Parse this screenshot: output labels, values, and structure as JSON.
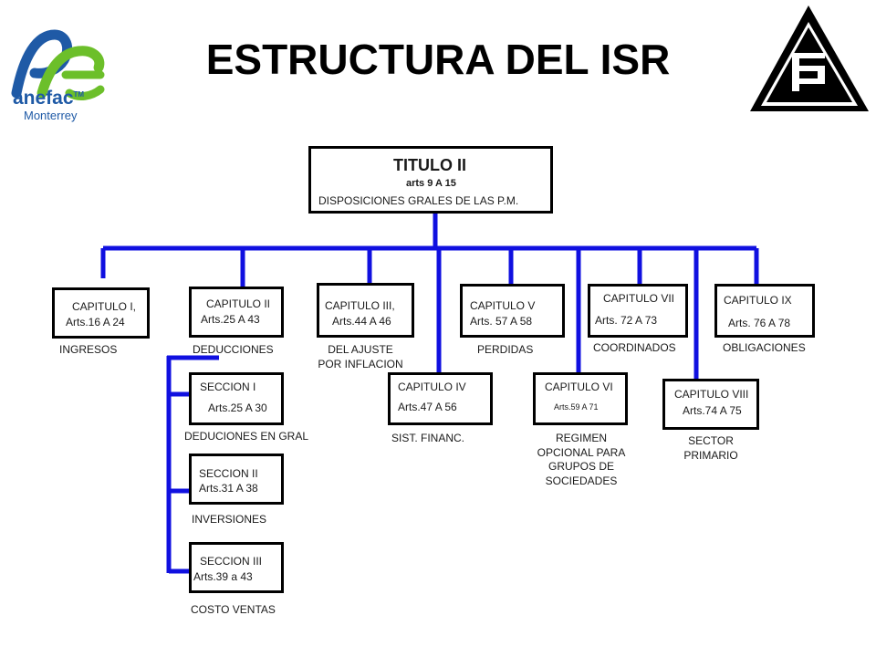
{
  "title": "ESTRUCTURA DEL ISR",
  "logo_left": {
    "name": "anefac",
    "sub": "Monterrey",
    "tm": "TM"
  },
  "root": {
    "title": "TITULO II",
    "arts": "arts 9 A 15",
    "desc": "DISPOSICIONES GRALES DE LAS P.M."
  },
  "chapters": [
    {
      "label": "CAPITULO I,",
      "arts": "Arts.16 A 24",
      "caption": "INGRESOS"
    },
    {
      "label": "CAPITULO II",
      "arts": "Arts.25 A 43",
      "caption": "DEDUCCIONES"
    },
    {
      "label": "CAPITULO III,",
      "arts": "Arts.44 A 46",
      "caption": "DEL AJUSTE POR INFLACION"
    },
    {
      "label": "CAPITULO IV",
      "arts": "Arts.47 A 56",
      "caption": "SIST. FINANC."
    },
    {
      "label": "CAPITULO V",
      "arts": "Arts. 57 A 58",
      "caption": "PERDIDAS"
    },
    {
      "label": "CAPITULO VI",
      "arts": "Arts.59 A 71",
      "caption": "REGIMEN OPCIONAL PARA GRUPOS DE SOCIEDADES"
    },
    {
      "label": "CAPITULO VII",
      "arts": "Arts. 72 A 73",
      "caption": "COORDINADOS"
    },
    {
      "label": "CAPITULO VIII",
      "arts": "Arts.74 A 75",
      "caption": "SECTOR PRIMARIO"
    },
    {
      "label": "CAPITULO IX",
      "arts": "Arts. 76 A 78",
      "caption": "OBLIGACIONES"
    }
  ],
  "sections": [
    {
      "label": "SECCION I",
      "arts": "Arts.25 A 30",
      "caption": "DEDUCIONES EN GRAL"
    },
    {
      "label": "SECCION II",
      "arts": "Arts.31 A 38",
      "caption": "INVERSIONES"
    },
    {
      "label": "SECCION III",
      "arts": "Arts.39 a 43",
      "caption": "COSTO VENTAS"
    }
  ],
  "colors": {
    "connector": "#1010e0",
    "box_border": "#000000",
    "brand_blue": "#1f5aa6",
    "brand_green": "#6cbf2a"
  }
}
